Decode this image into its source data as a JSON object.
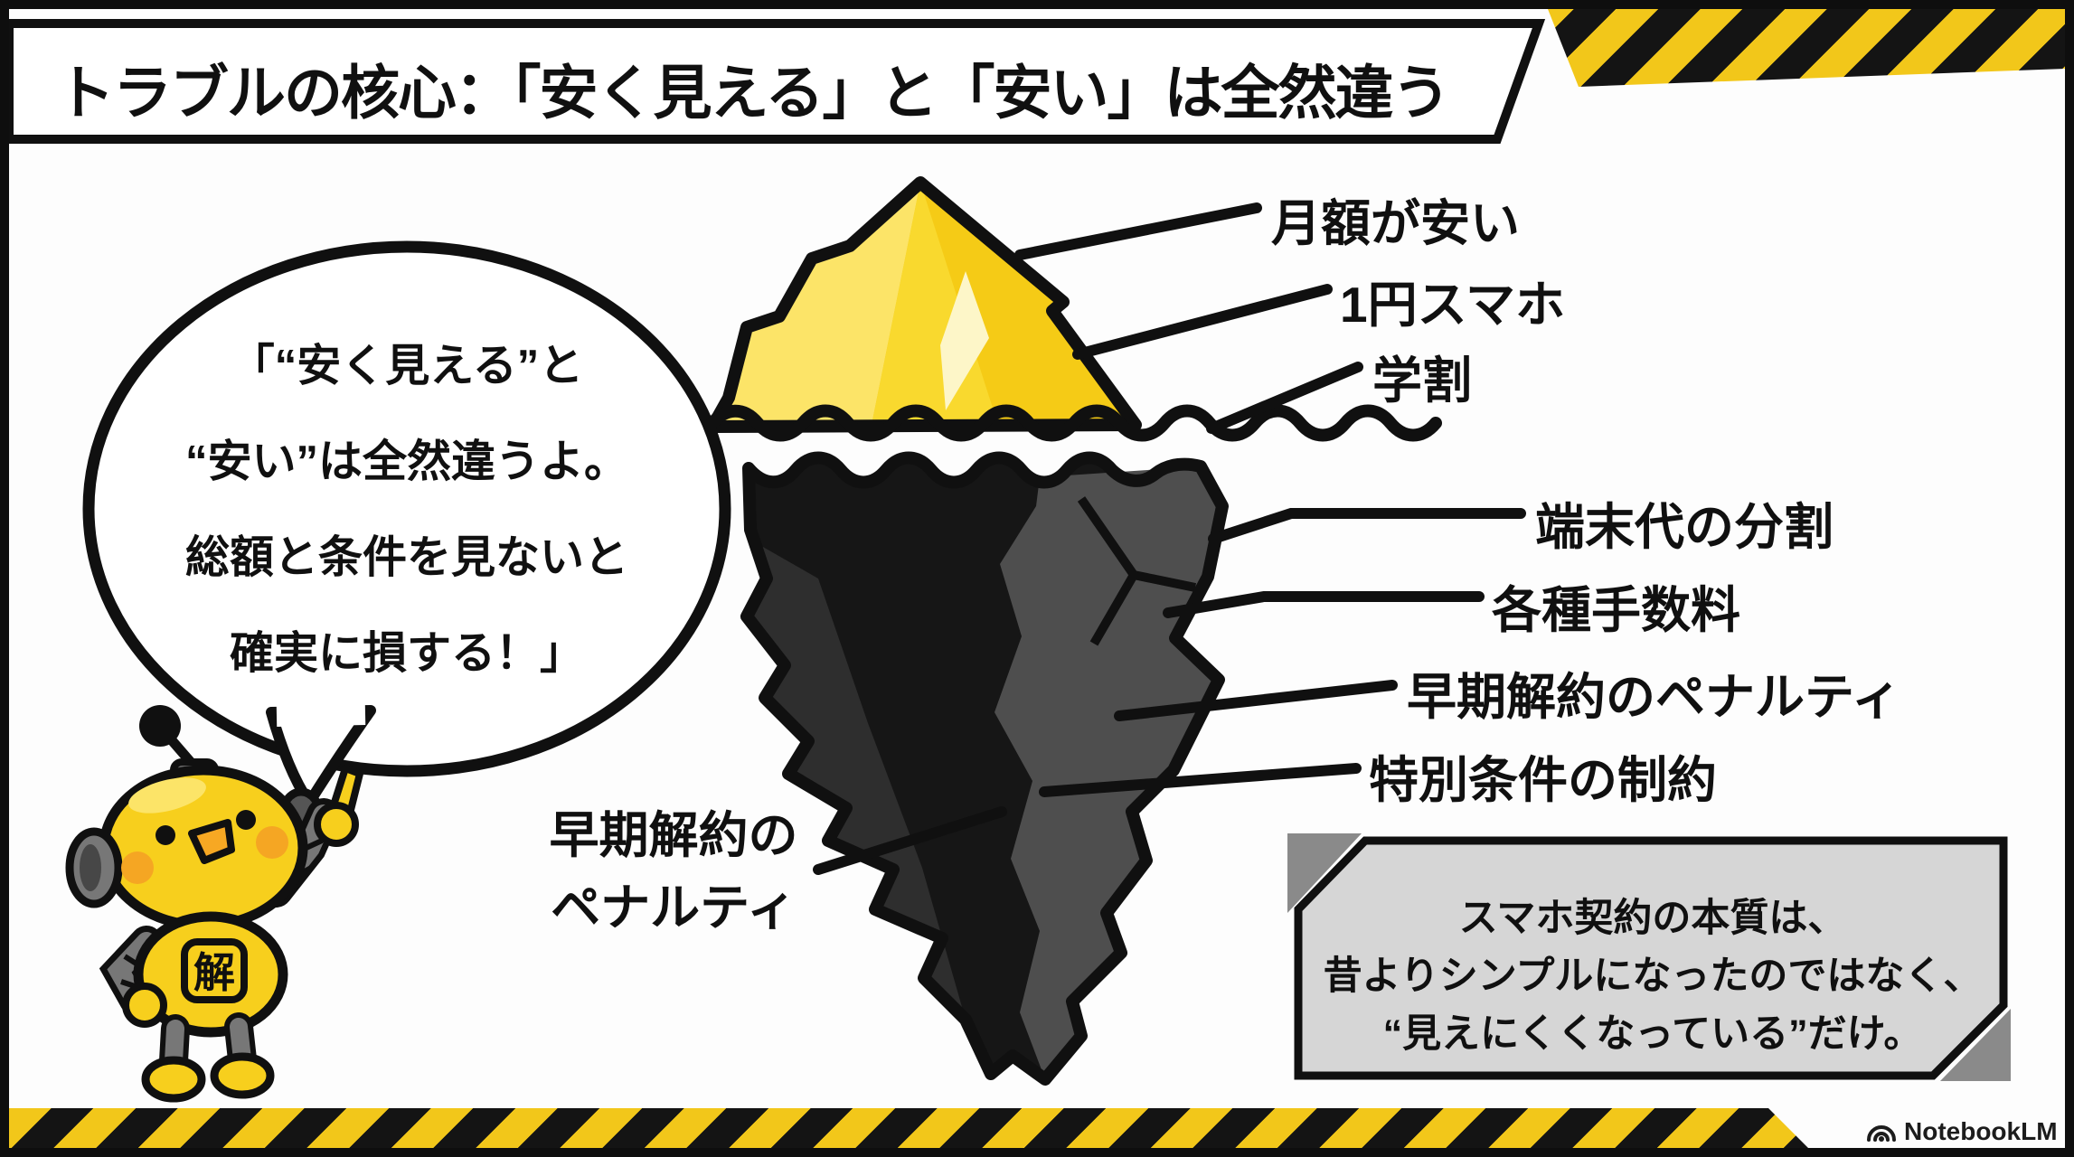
{
  "title": {
    "text": "トラブルの核心：「安く見える」と「安い」は全然違う"
  },
  "speech_bubble": {
    "lines": [
      "「“安く見える”と",
      "“安い”は全然違うよ。",
      "総額と条件を見ないと",
      "確実に損する！」"
    ]
  },
  "mascot": {
    "badge": "解"
  },
  "iceberg": {
    "above_water_labels": [
      "月額が安い",
      "1円スマホ",
      "学割"
    ],
    "below_water_labels": [
      "端末代の分割",
      "各種手数料",
      "早期解約のペナルティ",
      "特別条件の制約"
    ],
    "left_label_line1": "早期解約の",
    "left_label_line2": "ペナルティ"
  },
  "callout": {
    "lines": [
      "スマホ契約の本質は、",
      "昔よりシンプルになったのではなく、",
      "“見えにくくなっている”だけ。"
    ]
  },
  "watermark": {
    "text": "NotebookLM"
  },
  "colors": {
    "hazard_yellow": "#F2C71A",
    "hazard_black": "#141414",
    "iceberg_yellow": "#F5CB16",
    "iceberg_yellow_light": "#FCE468",
    "iceberg_black": "#161616",
    "iceberg_gray": "#4E4E4E",
    "callout_gray": "#D6D6D6",
    "callout_corner_gray": "#8A8A8A",
    "outline_black": "#101010",
    "mascot_yellow": "#F7CF1D",
    "mascot_orange": "#F5A623",
    "mascot_gray": "#777777"
  }
}
